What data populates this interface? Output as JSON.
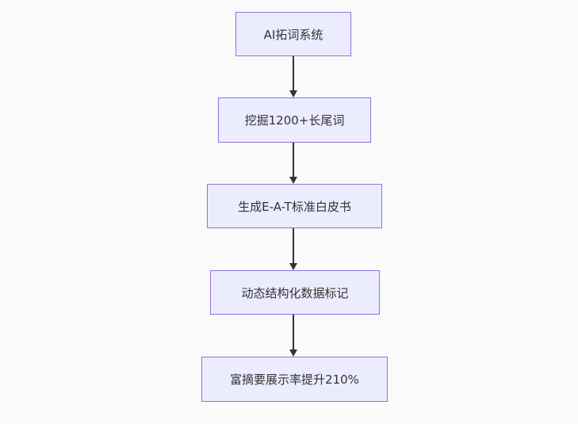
{
  "diagram": {
    "type": "flowchart-top-down",
    "background_color": "#fafafa",
    "node_fill_color": "#ECECFF",
    "node_border_color": "#9370DB",
    "text_color": "#333333",
    "arrow_color": "#333333",
    "nodes": [
      {
        "label": "AI拓词系统"
      },
      {
        "label": "挖掘1200+长尾词"
      },
      {
        "label": "生成E-A-T标准白皮书"
      },
      {
        "label": "动态结构化数据标记"
      },
      {
        "label": "富摘要展示率提升210%"
      }
    ],
    "edges": [
      {
        "from": 0,
        "to": 1
      },
      {
        "from": 1,
        "to": 2
      },
      {
        "from": 2,
        "to": 3
      },
      {
        "from": 3,
        "to": 4
      }
    ]
  }
}
